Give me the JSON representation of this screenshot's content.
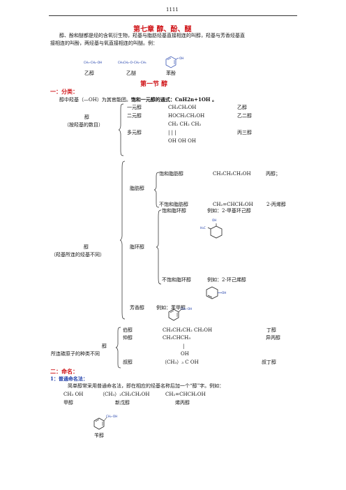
{
  "header": {
    "page_number": "1111"
  },
  "chapter": {
    "title": "第七章  醇、酚、醚"
  },
  "intro": {
    "line1": "醇、酚和醚都是烃的含氧衍生物，羟基与脂肪烃基直接相连的叫醇，羟基与芳香烃基直",
    "line2": "接相连的叫酚，两烃基与氧直接相连的叫醚。例："
  },
  "examples": {
    "ethanol_formula": "CH₃–CH₂–OH",
    "ether_formula": "CH₃CH₂–O–CH₂–CH₃",
    "phenol_oh": "OH",
    "labels": [
      "乙醇",
      "乙醚",
      "苯酚"
    ]
  },
  "section": {
    "title": "第一节        醇"
  },
  "part1": {
    "title": "一：分类：",
    "def_prefix": "醇中羟基（—OH）为其官能团。",
    "def_bold": "饱和一元醇的通式：CnH2n+1OH 。",
    "by_count": {
      "label1": "醇",
      "label2": "（按羟基的数目）",
      "rows": [
        {
          "type": "一元醇",
          "formula": "CH₃CH₂OH",
          "name": "乙醇"
        },
        {
          "type": "二元醇",
          "formula": "HOCH₂CH₂OH",
          "name": "乙二醇"
        },
        {
          "type": "",
          "formula": "CH₂ CH₂ CH₂",
          "name": ""
        },
        {
          "type": "多元醇",
          "formula": "|     |     |",
          "name": "丙三醇"
        },
        {
          "type": "",
          "formula": "OH OH OH",
          "name": ""
        }
      ]
    },
    "by_hydrocarbon": {
      "label1": "醇",
      "label2": "（羟基所连的烃基不同）",
      "aliphatic": "脂肪醇",
      "saturated": "饱和脂肪醇",
      "saturated_formula": "CH₃CH₂CH₂OH",
      "saturated_name": "丙醇；",
      "unsaturated": "不饱和脂肪醇",
      "unsaturated_formula": "CH₂=CHCH₂OH",
      "unsaturated_name": "2-丙烯醇",
      "alicyclic": "脂环醇",
      "sat_ring": "饱和脂环醇",
      "sat_ring_example": "例如：2-甲基环己醇",
      "unsat_ring": "不饱和脂环醇",
      "unsat_ring_example": "例如：2-环己烯醇",
      "aromatic": "芳香醇",
      "aromatic_example": "例如：苯甲醇",
      "oh": "OH",
      "h3c": "H₃C",
      "ch2oh": "CH₂–OH"
    },
    "by_carbon": {
      "label1": "醇",
      "label2": "所连碳原子的种类不同",
      "rows": [
        {
          "type": "伯醇",
          "formula": "CH₃CH₂CH₂ CH₂OH",
          "name": "丁醇"
        },
        {
          "type": "仲醇",
          "formula": "CH₃CHCH₃",
          "name": "异丙醇"
        },
        {
          "type": "",
          "formula": "|",
          "name": ""
        },
        {
          "type": "",
          "formula": "OH",
          "name": ""
        },
        {
          "type": "叔醇",
          "formula": "（CH₃）₃ C OH",
          "name": "叔丁醇"
        }
      ]
    }
  },
  "part2": {
    "title": "二：命名：",
    "sub1": "1：普通命名法：",
    "desc": "简单醇常采用普通命名法，即在相应的烃基名称后加一个“醇”字。例如：",
    "formulas": [
      "CH₃ OH",
      "（CH₃）₂CH₂CH₂OH",
      "CH₂=CHCH₂OH"
    ],
    "names": [
      "甲醇",
      "新戊醇",
      "烯丙醇"
    ],
    "benzyl_group": "CH₂–OH",
    "benzyl_name": "苄醇"
  }
}
